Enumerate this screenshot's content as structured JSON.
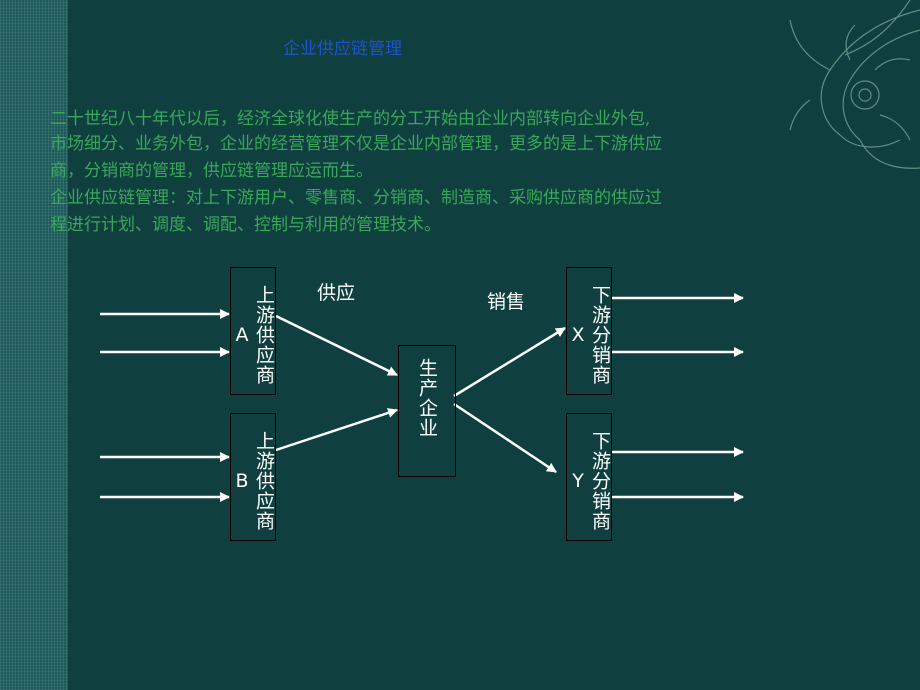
{
  "slide": {
    "title": "企业供应链管理",
    "paragraph1_line1": "二十世纪八十年代以后，经济全球化使生产的分工开始由企业内部转向企业外包,",
    "paragraph1_line2": "市场细分、业务外包，企业的经营管理不仅是企业内部管理，更多的是上下游供应",
    "paragraph1_line3": "商，分销商的管理，供应链管理应运而生。",
    "paragraph2_line1": "企业供应链管理：对上下游用户、零售商、分销商、制造商、采购供应商的供应过",
    "paragraph2_line2": "程进行计划、调度、调配、控制与利用的管理技术。"
  },
  "diagram": {
    "supplier_a": "上游供应商A",
    "supplier_b": "上游供应商B",
    "producer": "生产企业",
    "distributor_x": "下游分销商X",
    "distributor_y": "下游分销商Y",
    "supply_label": "供应",
    "sales_label": "销售"
  },
  "colors": {
    "background": "#0f3f3f",
    "title": "#1f55c8",
    "paragraph": "#39a85a",
    "arrows": "#ffffff"
  }
}
